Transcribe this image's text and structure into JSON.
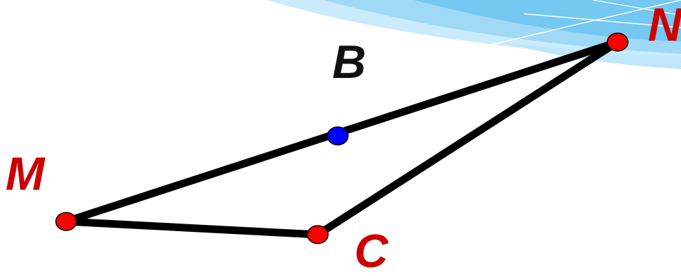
{
  "diagram": {
    "points": [
      {
        "id": "M",
        "label": "M",
        "color": "#ff0000",
        "label_color": "#cc0000"
      },
      {
        "id": "B",
        "label": "B",
        "color": "#0000ff",
        "label_color": "#111111"
      },
      {
        "id": "N",
        "label": "N",
        "color": "#ff0000",
        "label_color": "#cc0000"
      },
      {
        "id": "C",
        "label": "C",
        "color": "#ff0000",
        "label_color": "#cc0000"
      }
    ],
    "segments": [
      {
        "from": "M",
        "to": "N",
        "via": "B"
      },
      {
        "from": "N",
        "to": "C"
      },
      {
        "from": "C",
        "to": "M"
      }
    ],
    "colors": {
      "line": "#000000",
      "decoration_light": "#bfe6fb",
      "decoration_mid": "#8fd3f5",
      "decoration_dark": "#5bbcef"
    }
  }
}
